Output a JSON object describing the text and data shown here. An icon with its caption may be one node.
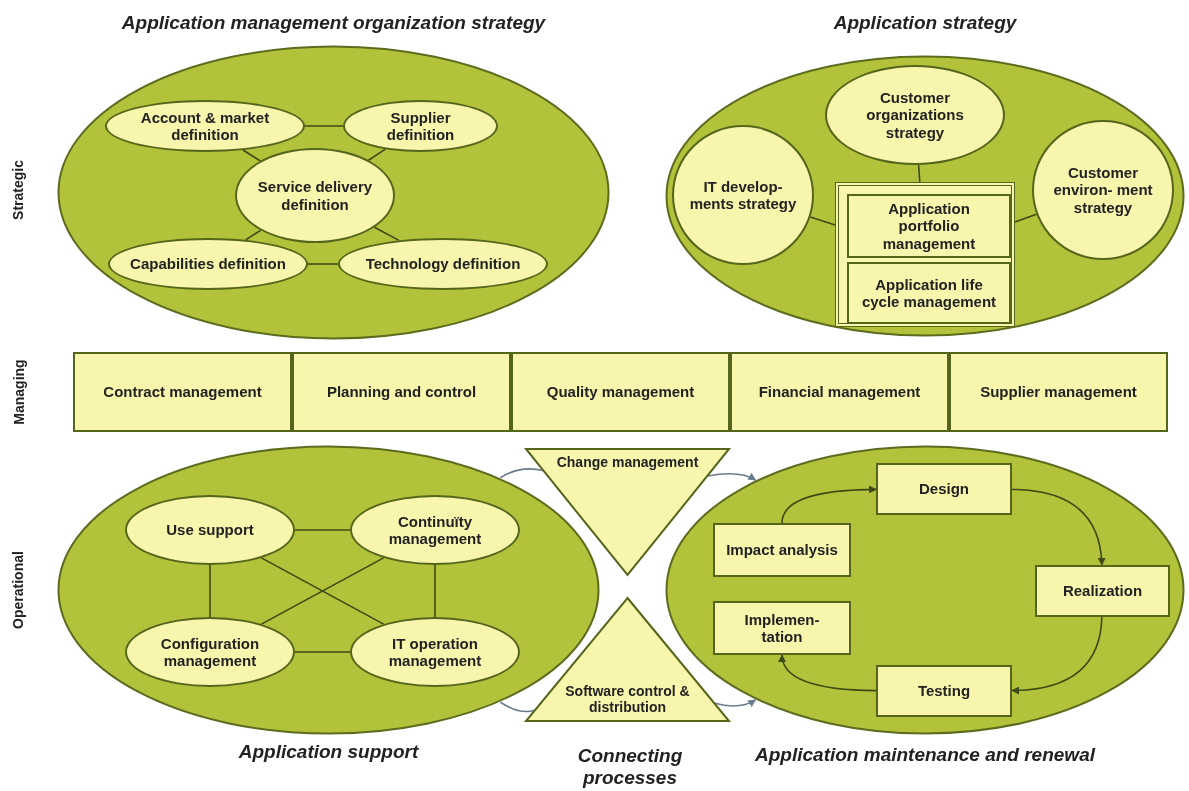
{
  "diagram": {
    "nodes": [
      {
        "text": [
          "Application management organization strategy"
        ]
      },
      {
        "text": [
          "Account & market definition"
        ],
        "in": 0
      },
      {
        "text": [
          "Supplier definition"
        ],
        "in": 0
      },
      {
        "text": [
          "Service delivery definition"
        ],
        "in": 0
      },
      {
        "text": [
          "Capabilities definition"
        ],
        "in": 0
      },
      {
        "text": [
          "Technology definition"
        ],
        "in": 0
      },
      {
        "text": [
          "Application strategy"
        ]
      },
      {
        "text": [
          "Customer organizations strategy"
        ],
        "in": 6
      },
      {
        "text": [
          "IT develop- ments strategy"
        ],
        "in": 6
      },
      {
        "text": [
          "Customer environ- ment strategy"
        ],
        "in": 6
      },
      {
        "text": [],
        "shape": "box",
        "in": 6
      },
      {
        "text": [
          "Application portfolio management"
        ],
        "in": 10
      },
      {
        "text": [
          "Application life cycle management"
        ],
        "in": 10
      },
      {
        "text": [
          "Contract management"
        ]
      },
      {
        "text": [
          "Planning and control"
        ]
      },
      {
        "text": [
          "Quality management"
        ]
      },
      {
        "text": [
          "Financial management"
        ]
      },
      {
        "text": [
          "Supplier management"
        ]
      },
      {
        "text": [
          "Application support"
        ]
      },
      {
        "text": [
          "Use support"
        ],
        "in": 18
      },
      {
        "text": [
          "Continuïty management"
        ],
        "in": 18
      },
      {
        "text": [
          "Configuration management"
        ],
        "in": 18
      },
      {
        "text": [
          "IT operation management"
        ],
        "in": 18
      },
      {
        "text": [
          "Change management"
        ]
      },
      {
        "text": [
          "Software control & distribution"
        ]
      },
      {
        "text": [
          "Application maintenance and renewal"
        ]
      },
      {
        "text": [
          "Design"
        ],
        "in": 25
      },
      {
        "text": [
          "Impact analysis"
        ],
        "in": 25
      },
      {
        "text": [
          "Realization"
        ],
        "in": 25
      },
      {
        "text": [
          "Implemen- tation"
        ],
        "in": 25
      },
      {
        "text": [
          "Testing"
        ],
        "in": 25
      }
    ],
    "edges": [
      {
        "from": 1,
        "to": 2,
        "arrow": "none"
      },
      {
        "from": 1,
        "to": 3,
        "arrow": "none"
      },
      {
        "from": 2,
        "to": 3,
        "arrow": "none"
      },
      {
        "from": 4,
        "to": 3,
        "arrow": "none"
      },
      {
        "from": 5,
        "to": 3,
        "arrow": "none"
      },
      {
        "from": 4,
        "to": 5,
        "arrow": "none"
      },
      {
        "from": 7,
        "to": 10,
        "arrow": "none"
      },
      {
        "from": 8,
        "to": 10,
        "arrow": "none"
      },
      {
        "from": 9,
        "to": 10,
        "arrow": "none"
      },
      {
        "from": 19,
        "to": 20,
        "arrow": "none"
      },
      {
        "from": 19,
        "to": 21,
        "arrow": "none"
      },
      {
        "from": 20,
        "to": 22,
        "arrow": "none"
      },
      {
        "from": 21,
        "to": 22,
        "arrow": "none"
      },
      {
        "from": 19,
        "to": 22,
        "arrow": "none"
      },
      {
        "from": 20,
        "to": 21,
        "arrow": "none"
      },
      {
        "from": 18,
        "to": 23,
        "arrow": "none",
        "color": "#6b7b8c"
      },
      {
        "from": 23,
        "to": 25,
        "arrow": "to",
        "color": "#6b7b8c"
      },
      {
        "from": 18,
        "to": 24,
        "arrow": "none",
        "color": "#6b7b8c"
      },
      {
        "from": 24,
        "to": 25,
        "arrow": "to",
        "color": "#6b7b8c"
      },
      {
        "from": 27,
        "to": 26,
        "arrow": "to"
      },
      {
        "from": 26,
        "to": 28,
        "arrow": "to"
      },
      {
        "from": 28,
        "to": 30,
        "arrow": "to"
      },
      {
        "from": 30,
        "to": 29,
        "arrow": "to"
      }
    ],
    "labels": [
      "Strategic",
      "Managing",
      "Operational",
      "Connecting processes"
    ]
  }
}
